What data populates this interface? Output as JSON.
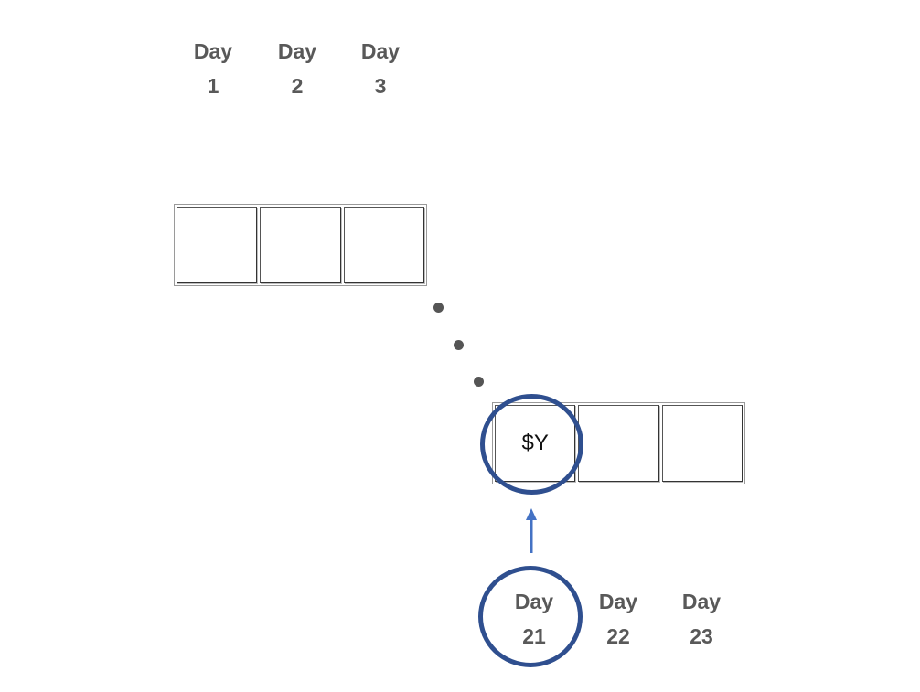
{
  "top_days": [
    {
      "word": "Day",
      "num": "1"
    },
    {
      "word": "Day",
      "num": "2"
    },
    {
      "word": "Day",
      "num": "3"
    }
  ],
  "bottom_days": [
    {
      "word": "Day",
      "num": "21"
    },
    {
      "word": "Day",
      "num": "22"
    },
    {
      "word": "Day",
      "num": "23"
    }
  ],
  "bottom_strip": {
    "cells": [
      "$Y",
      "",
      ""
    ]
  },
  "colors": {
    "label_gray": "#595959",
    "highlight_blue": "#2f4f8f",
    "arrow_blue": "#4472c4",
    "dot_gray": "#555555"
  }
}
